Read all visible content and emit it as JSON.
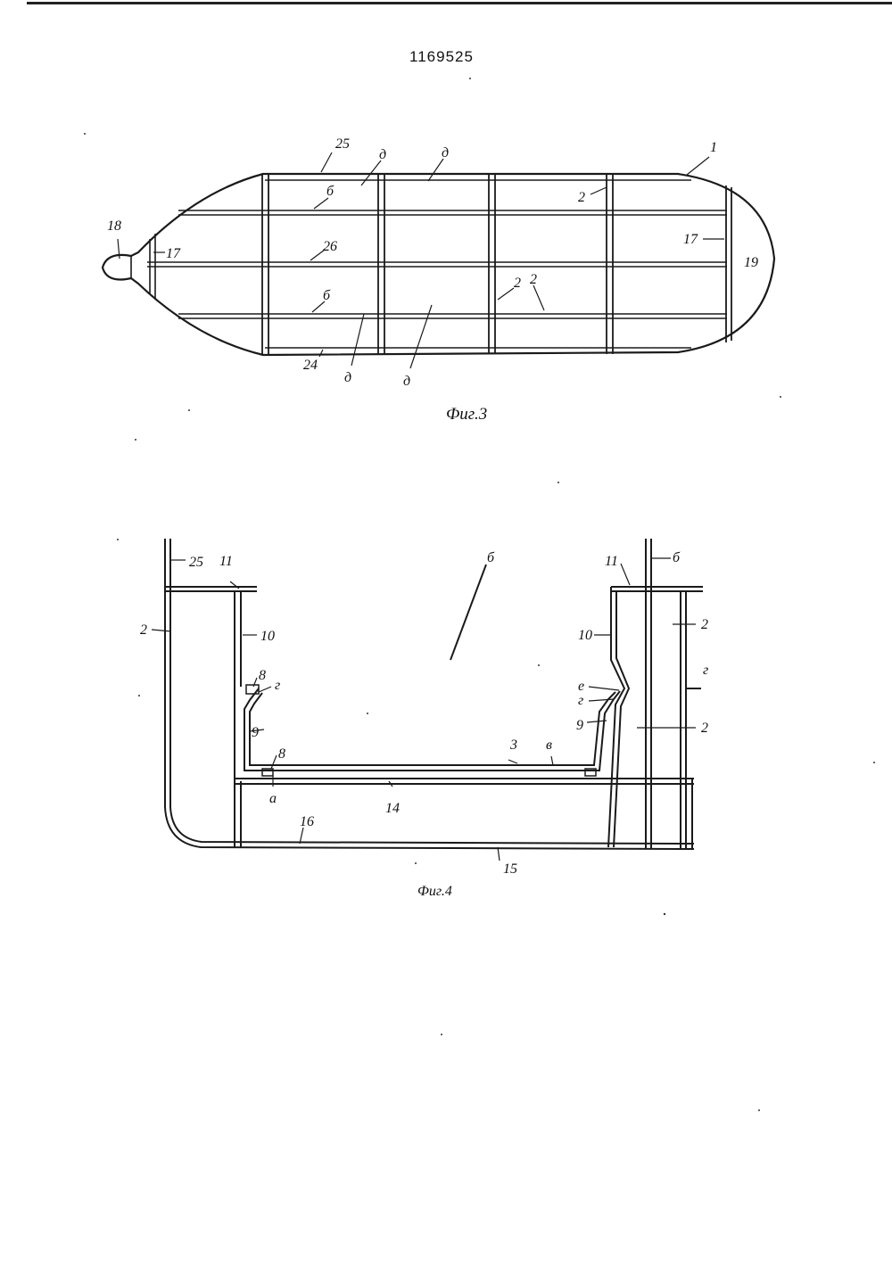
{
  "document": {
    "number": "1169525"
  },
  "fig3": {
    "caption": "Фиг.3",
    "labels": {
      "l1": "1",
      "l2a": "2",
      "l2b": "2",
      "l2c": "2",
      "l5": "25",
      "l6a": "б",
      "l6b": "б",
      "l26": "26",
      "l24": "24",
      "l17a": "17",
      "l17b": "17",
      "l18": "18",
      "l19": "19",
      "d1": "д",
      "d2": "д",
      "d3": "д",
      "d4": "д"
    }
  },
  "fig4": {
    "caption": "Фиг.4",
    "labels": {
      "l25": "25",
      "l11a": "11",
      "l11b": "11",
      "l6": "б",
      "l2a": "2",
      "l2b": "2",
      "l2c": "2",
      "l10a": "10",
      "l10b": "10",
      "l8a": "8",
      "l8b": "8",
      "lga": "г",
      "lgb": "г",
      "lgc": "г",
      "le": "е",
      "l9a": "9",
      "l9b": "9",
      "l3": "3",
      "lv": "в",
      "la": "а",
      "l14": "14",
      "l16": "16",
      "l15": "15",
      "lb": "б"
    }
  }
}
